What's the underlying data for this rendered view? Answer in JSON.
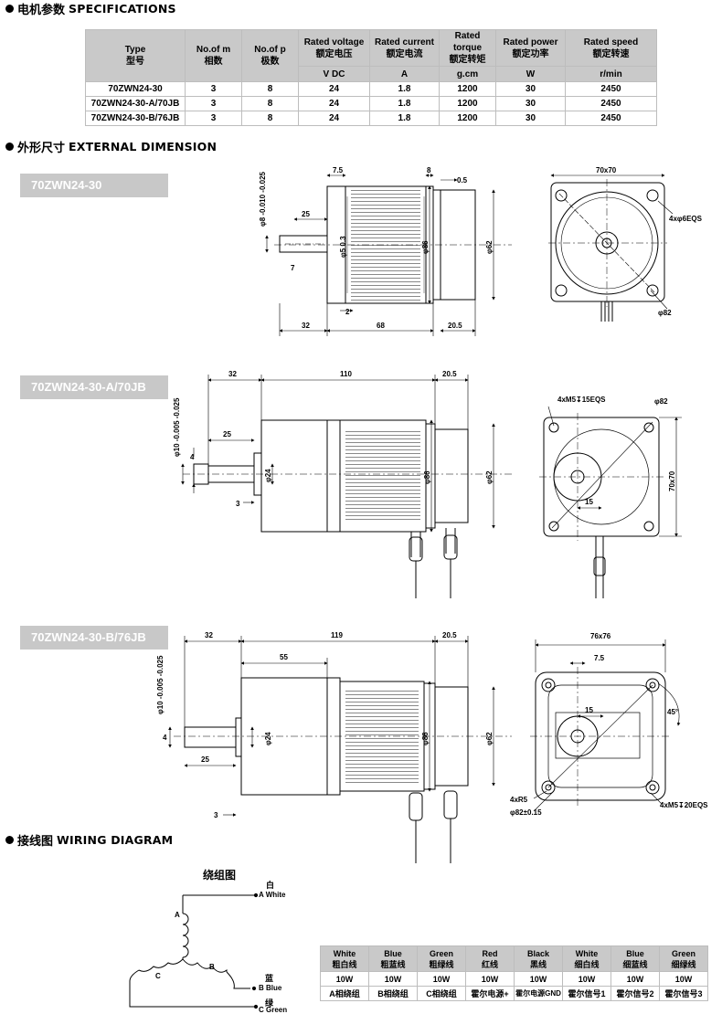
{
  "sections": {
    "spec": {
      "cn": "电机参数",
      "en": "SPECIFICATIONS"
    },
    "dim": {
      "cn": "外形尺寸",
      "en": "EXTERNAL DIMENSION"
    },
    "wiring": {
      "cn": "接线图",
      "en": "WIRING DIAGRAM"
    }
  },
  "spec_table": {
    "headers": [
      {
        "en": "Type",
        "cn": "型号",
        "unit": ""
      },
      {
        "en": "No.of m",
        "cn": "相数",
        "unit": ""
      },
      {
        "en": "No.of p",
        "cn": "极数",
        "unit": ""
      },
      {
        "en": "Rated voltage",
        "cn": "额定电压",
        "unit": "V DC"
      },
      {
        "en": "Rated current",
        "cn": "额定电流",
        "unit": "A"
      },
      {
        "en": "Rated torque",
        "cn": "额定转矩",
        "unit": "g.cm"
      },
      {
        "en": "Rated power",
        "cn": "额定功率",
        "unit": "W"
      },
      {
        "en": "Rated speed",
        "cn": "额定转速",
        "unit": "r/min"
      }
    ],
    "rows": [
      [
        "70ZWN24-30",
        "3",
        "8",
        "24",
        "1.8",
        "1200",
        "30",
        "2450"
      ],
      [
        "70ZWN24-30-A/70JB",
        "3",
        "8",
        "24",
        "1.8",
        "1200",
        "30",
        "2450"
      ],
      [
        "70ZWN24-30-B/76JB",
        "3",
        "8",
        "24",
        "1.8",
        "1200",
        "30",
        "2450"
      ]
    ]
  },
  "models": [
    "70ZWN24-30",
    "70ZWN24-30-A/70JB",
    "70ZWN24-30-B/76JB"
  ],
  "dims": {
    "m1": {
      "d75": "7.5",
      "d8": "8",
      "d05": "0.5",
      "d25": "25",
      "shaft": "φ8 -0.010 -0.025",
      "d3": "φ5 0.3",
      "d86": "φ86",
      "d62": "φ62",
      "d7": "7",
      "d2": "2",
      "d32": "32",
      "d68": "68",
      "d205": "20.5",
      "front": "70x70",
      "holes": "4xφ6EQS",
      "pcd": "φ82"
    },
    "m2": {
      "d32": "32",
      "d110": "110",
      "d205": "20.5",
      "shaft": "φ10 -0.005 -0.025",
      "d25": "25",
      "d4": "4",
      "d24": "φ24",
      "d86": "φ86",
      "d62": "φ62",
      "d3": "3",
      "holes": "4xM5↧15EQS",
      "pcd": "φ82",
      "side": "70x70",
      "d15": "15"
    },
    "m3": {
      "d32": "32",
      "d119": "119",
      "d205": "20.5",
      "d55": "55",
      "shaft": "φ10 -0.005 -0.025",
      "d4": "4",
      "d24": "φ24",
      "d86": "φ86",
      "d62": "φ62",
      "d25": "25",
      "d3": "3",
      "front": "76x76",
      "d75": "7.5",
      "d15": "15",
      "angle": "45°",
      "r": "4xR5",
      "pcd": "φ82±0.15",
      "holes": "4xM5↧20EQS"
    }
  },
  "wiring": {
    "title": "绕组图",
    "coil_a": "A",
    "coil_b": "B",
    "coil_c": "C",
    "white_cn": "白",
    "white_en": "A White",
    "blue_cn": "蓝",
    "blue_en": "B Blue",
    "green_cn": "绿",
    "green_en": "C Green",
    "table": [
      {
        "en": "White",
        "cn": "粗白线",
        "power": "10W",
        "desc": "A相绕组"
      },
      {
        "en": "Blue",
        "cn": "粗蓝线",
        "power": "10W",
        "desc": "B相绕组"
      },
      {
        "en": "Green",
        "cn": "粗绿线",
        "power": "10W",
        "desc": "C相绕组"
      },
      {
        "en": "Red",
        "cn": "红线",
        "power": "10W",
        "desc": "霍尔电源+"
      },
      {
        "en": "Black",
        "cn": "黑线",
        "power": "10W",
        "desc": "霍尔电源GND"
      },
      {
        "en": "White",
        "cn": "细白线",
        "power": "10W",
        "desc": "霍尔信号1"
      },
      {
        "en": "Blue",
        "cn": "细蓝线",
        "power": "10W",
        "desc": "霍尔信号2"
      },
      {
        "en": "Green",
        "cn": "细绿线",
        "power": "10W",
        "desc": "霍尔信号3"
      }
    ]
  }
}
